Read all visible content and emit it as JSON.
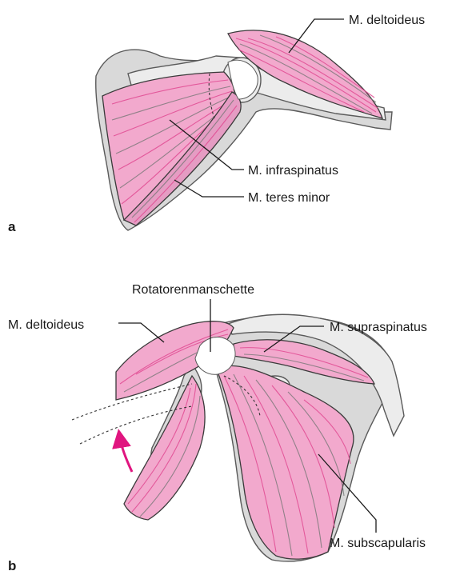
{
  "colors": {
    "muscle": "#f2a9cd",
    "muscle_dark": "#e07fb0",
    "fiber": "#e04a92",
    "bone": "#d9d9d9",
    "arrow": "#e0157f"
  },
  "panel_a": {
    "label": "a",
    "deltoid_label": "M. deltoideus",
    "infraspinatus_label": "M. infraspinatus",
    "teres_minor_label": "M. teres minor"
  },
  "panel_b": {
    "label": "b",
    "rotator_cuff_label": "Rotatorenmanschette",
    "deltoid_label": "M. deltoideus",
    "supraspinatus_label": "M. supraspinatus",
    "subscapularis_label": "M. subscapularis"
  }
}
